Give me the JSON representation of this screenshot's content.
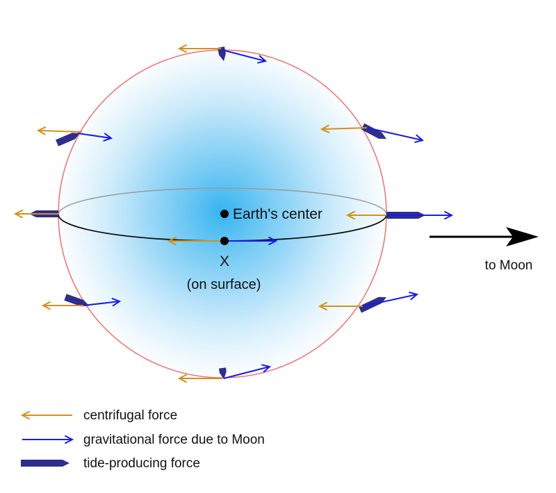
{
  "labels": {
    "earth_center": "Earth's center",
    "x_mark": "X",
    "on_surface": "(on surface)",
    "to_moon": "to Moon"
  },
  "legend": [
    {
      "key": "centrifugal",
      "label": "centrifugal force"
    },
    {
      "key": "gravitational",
      "label": "gravitational force due to Moon"
    },
    {
      "key": "tide",
      "label": "tide-producing force"
    }
  ],
  "colors": {
    "centrifugal": "#d4901c",
    "gravitational": "#1a1ae6",
    "tide": "#2e2e8c",
    "outline": "#f07070",
    "glow": "#35b4f0",
    "moon_arrow": "#000000"
  }
}
